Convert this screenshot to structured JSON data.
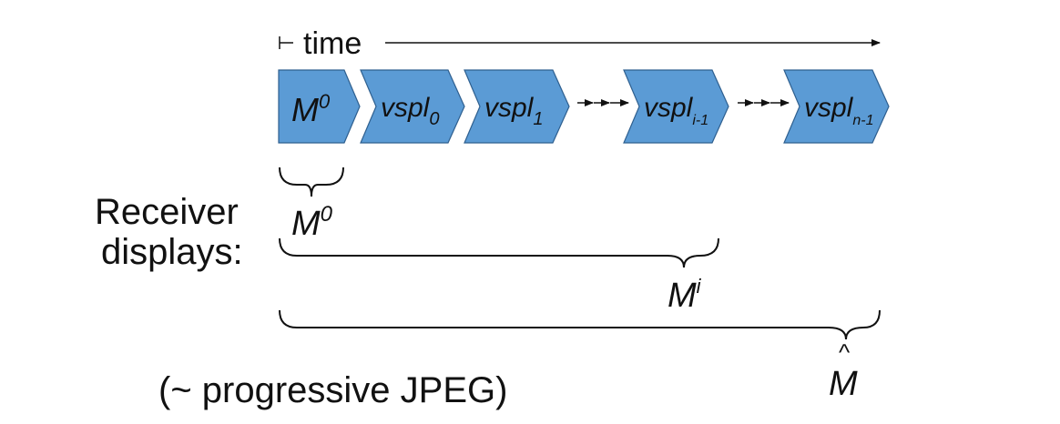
{
  "timeline": {
    "label": "time"
  },
  "blocks": [
    {
      "base": "M",
      "sup": "0",
      "sub": ""
    },
    {
      "base": "vspl",
      "sup": "",
      "sub": "0"
    },
    {
      "base": "vspl",
      "sup": "",
      "sub": "1"
    },
    {
      "base": "vspl",
      "sup": "",
      "sub": "i-1"
    },
    {
      "base": "vspl",
      "sup": "",
      "sub": "n-1"
    }
  ],
  "receiver": {
    "label_line1": "Receiver",
    "label_line2": "displays:",
    "results": [
      {
        "base": "M",
        "sup": "0"
      },
      {
        "base": "M",
        "sup": "i"
      },
      {
        "base": "M",
        "accent": "^"
      }
    ]
  },
  "note": "(~ progressive JPEG)",
  "colors": {
    "block_fill": "#5b9bd5",
    "block_stroke": "#2e5f8f",
    "line": "#111111"
  }
}
